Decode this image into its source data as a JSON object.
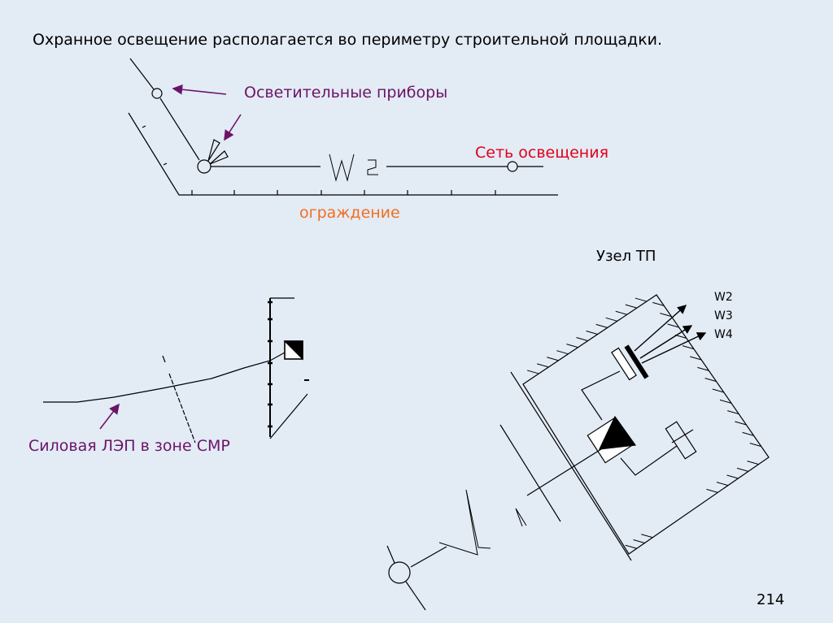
{
  "title": "Охранное освещение располагается во периметру строительной площадки.",
  "labels": {
    "lamps": "Осветительные приборы",
    "lighting_network": "Сеть освещения",
    "fence": "ограждение",
    "substation_node": "Узел ТП",
    "power_line": "Силовая ЛЭП в зоне СМР"
  },
  "outputs": [
    "W2",
    "W3",
    "W4"
  ],
  "page_number": "214",
  "colors": {
    "background": "#e3ebf5",
    "purple": "#6b1466",
    "red": "#e0001b",
    "orange": "#f07020"
  }
}
